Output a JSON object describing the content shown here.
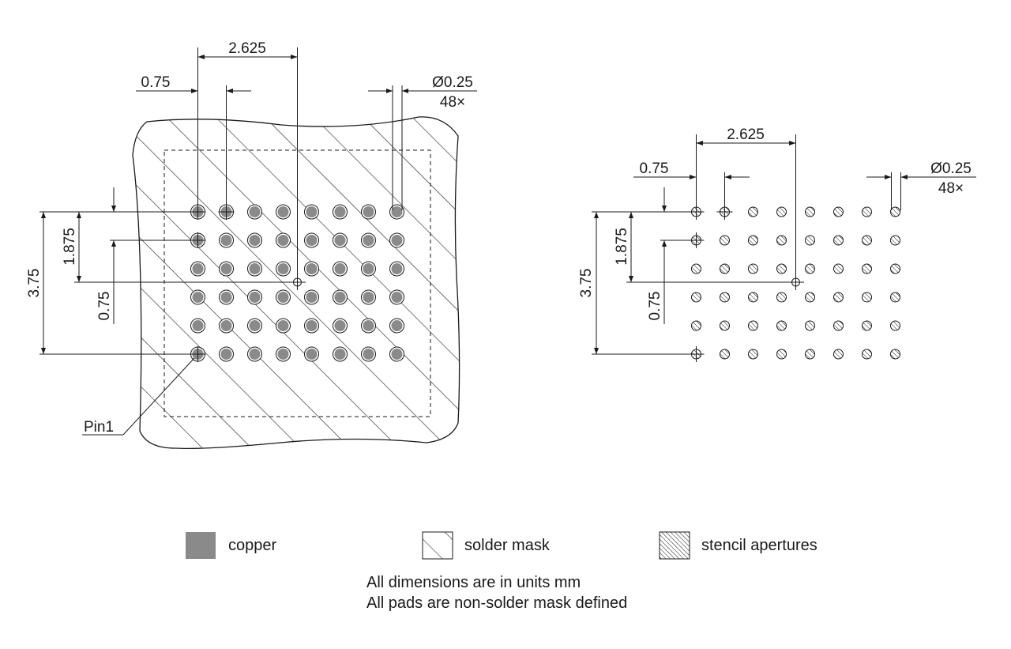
{
  "left_view": {
    "pitch_offset": "2.625",
    "pitch_x": "0.75",
    "pad_diameter": "Ø0.25",
    "pad_count": "48×",
    "row_span": "3.75",
    "row_offset": "1.875",
    "pitch_y": "0.75",
    "pin1_label": "Pin1"
  },
  "right_view": {
    "pitch_offset": "2.625",
    "pitch_x": "0.75",
    "aperture_diameter": "Ø0.25",
    "aperture_count": "48×",
    "row_span": "3.75",
    "row_offset": "1.875",
    "pitch_y": "0.75"
  },
  "grid": {
    "columns": 8,
    "rows": 6
  },
  "legend": {
    "copper": "copper",
    "solder_mask": "solder mask",
    "stencil": "stencil apertures"
  },
  "colors": {
    "copper": "#8a8a8a",
    "line": "#1a1a1a"
  },
  "notes": {
    "units": "All dimensions are in units mm",
    "pads": "All pads are non-solder mask defined"
  }
}
